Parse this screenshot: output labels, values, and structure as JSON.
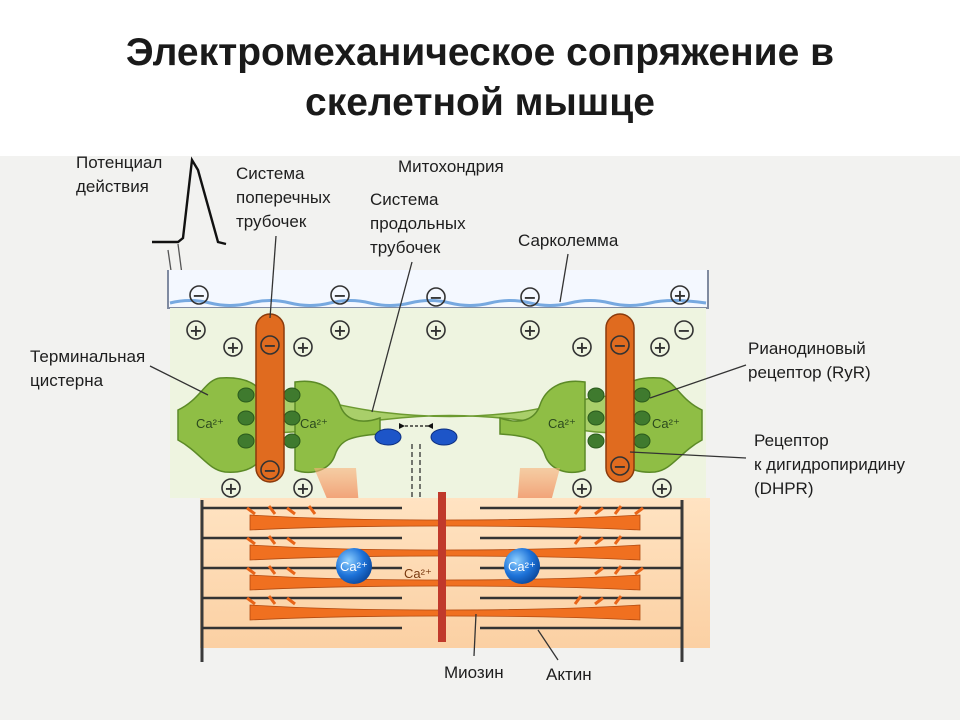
{
  "title": {
    "line1": "Электромеханическое сопряжение в",
    "line2": "скелетной мышце"
  },
  "labels": {
    "action_potential": [
      "Потенциал",
      "действия"
    ],
    "t_tubule": [
      "Система",
      "поперечных",
      "трубочек"
    ],
    "mitochondria": "Митохондрия",
    "sr": [
      "Система",
      "продольных",
      "трубочек"
    ],
    "sarcolemma": "Сарколемма",
    "terminal_cistern": [
      "Терминальная",
      "цистерна"
    ],
    "ryr": [
      "Рианодиновый",
      "рецептор (RyR)"
    ],
    "dhpr": [
      "Рецептор",
      "к дигидропиридину",
      "(DHPR)"
    ],
    "myosin": "Миозин",
    "actin": "Актин"
  },
  "ions": {
    "ca": "Ca²⁺",
    "minus": "−",
    "plus": "+"
  },
  "colors": {
    "background": "#f2f2f0",
    "membrane": "#e8efb8",
    "cistern": "#8fbe45",
    "t_tubule": "#e06b1f",
    "myofilament": "#f07020",
    "calcium": "#1e73d9",
    "arrow": "#f04a20"
  }
}
